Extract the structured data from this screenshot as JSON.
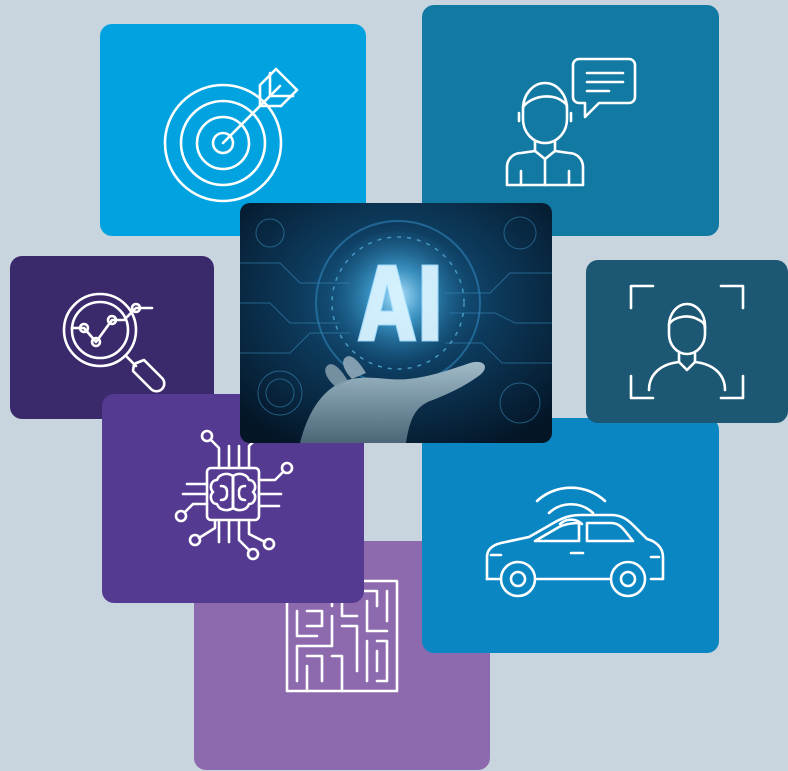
{
  "colors": {
    "background": "#c9d5de",
    "target_tile": "#00a3e0",
    "chat_tile": "#1279a3",
    "maze_tile": "#8d6aad",
    "car_tile": "#0a86c3",
    "analysis_tile": "#3b2a6b",
    "chip_tile": "#553a92",
    "face_tile": "#1c5874",
    "icon_stroke": "#ffffff"
  },
  "tiles": [
    {
      "id": "target",
      "icon": "target-icon"
    },
    {
      "id": "chat",
      "icon": "user-chat-icon"
    },
    {
      "id": "maze",
      "icon": "maze-icon"
    },
    {
      "id": "car",
      "icon": "connected-car-icon"
    },
    {
      "id": "analysis",
      "icon": "magnifier-chart-icon"
    },
    {
      "id": "chip",
      "icon": "brain-chip-icon"
    },
    {
      "id": "face",
      "icon": "face-scan-icon"
    }
  ],
  "center_photo": {
    "icon": "ai-hand-hologram-icon",
    "text": "AI"
  }
}
